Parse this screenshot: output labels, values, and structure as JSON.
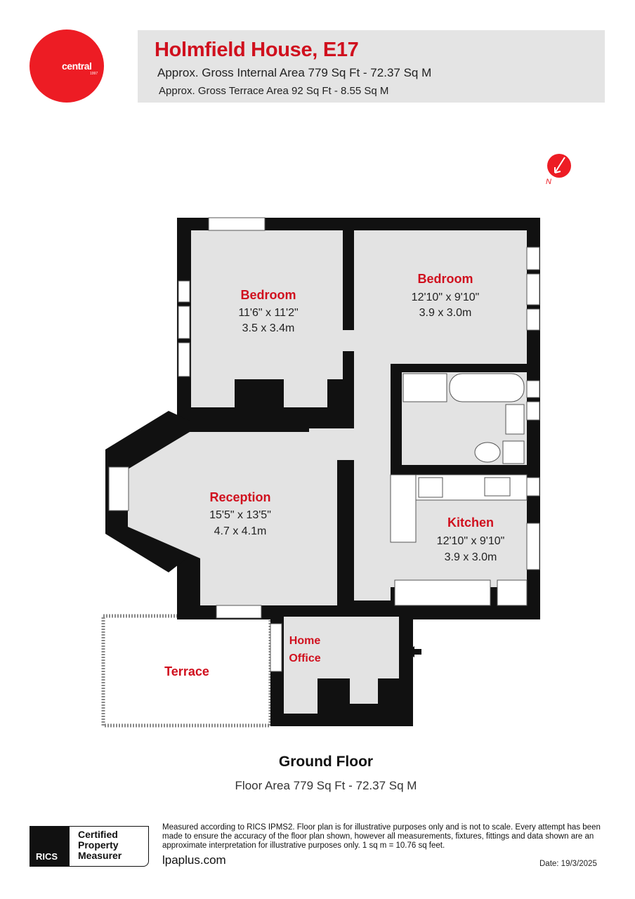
{
  "logo": {
    "brand": "central",
    "year": "1997",
    "color": "#ed1c24"
  },
  "header": {
    "title": "Holmfield House, E17",
    "internal_area": "Approx. Gross Internal Area 779 Sq Ft - 72.37 Sq M",
    "terrace_area": "Approx. Gross Terrace Area 92 Sq Ft - 8.55 Sq M"
  },
  "compass": {
    "label": "N",
    "icon": "north-arrow-icon"
  },
  "rooms": [
    {
      "name": "Bedroom",
      "imperial": "11'6\" x 11'2\"",
      "metric": "3.5 x 3.4m"
    },
    {
      "name": "Bedroom",
      "imperial": "12'10\" x 9'10\"",
      "metric": "3.9 x 3.0m"
    },
    {
      "name": "Reception",
      "imperial": "15'5\" x 13'5\"",
      "metric": "4.7 x 4.1m"
    },
    {
      "name": "Kitchen",
      "imperial": "12'10\" x 9'10\"",
      "metric": "3.9 x 3.0m"
    },
    {
      "name": "Home",
      "name2": "Office"
    },
    {
      "name": "Terrace"
    }
  ],
  "floor": {
    "title": "Ground Floor",
    "area": "Floor Area 779 Sq Ft - 72.37 Sq M"
  },
  "footer": {
    "rics": "RICS",
    "cert_lines": [
      "Certified",
      "Property",
      "Measurer"
    ],
    "disclaimer": "Measured according to RICS IPMS2. Floor plan is for illustrative purposes only and is not to scale. Every attempt has been made to ensure the accuracy of the floor plan shown, however all measurements, fixtures, fittings and data shown are an approximate interpretation for illustrative purposes only. 1 sq m = 10.76 sq feet.",
    "website": "lpaplus.com",
    "date": "Date: 19/3/2025"
  }
}
